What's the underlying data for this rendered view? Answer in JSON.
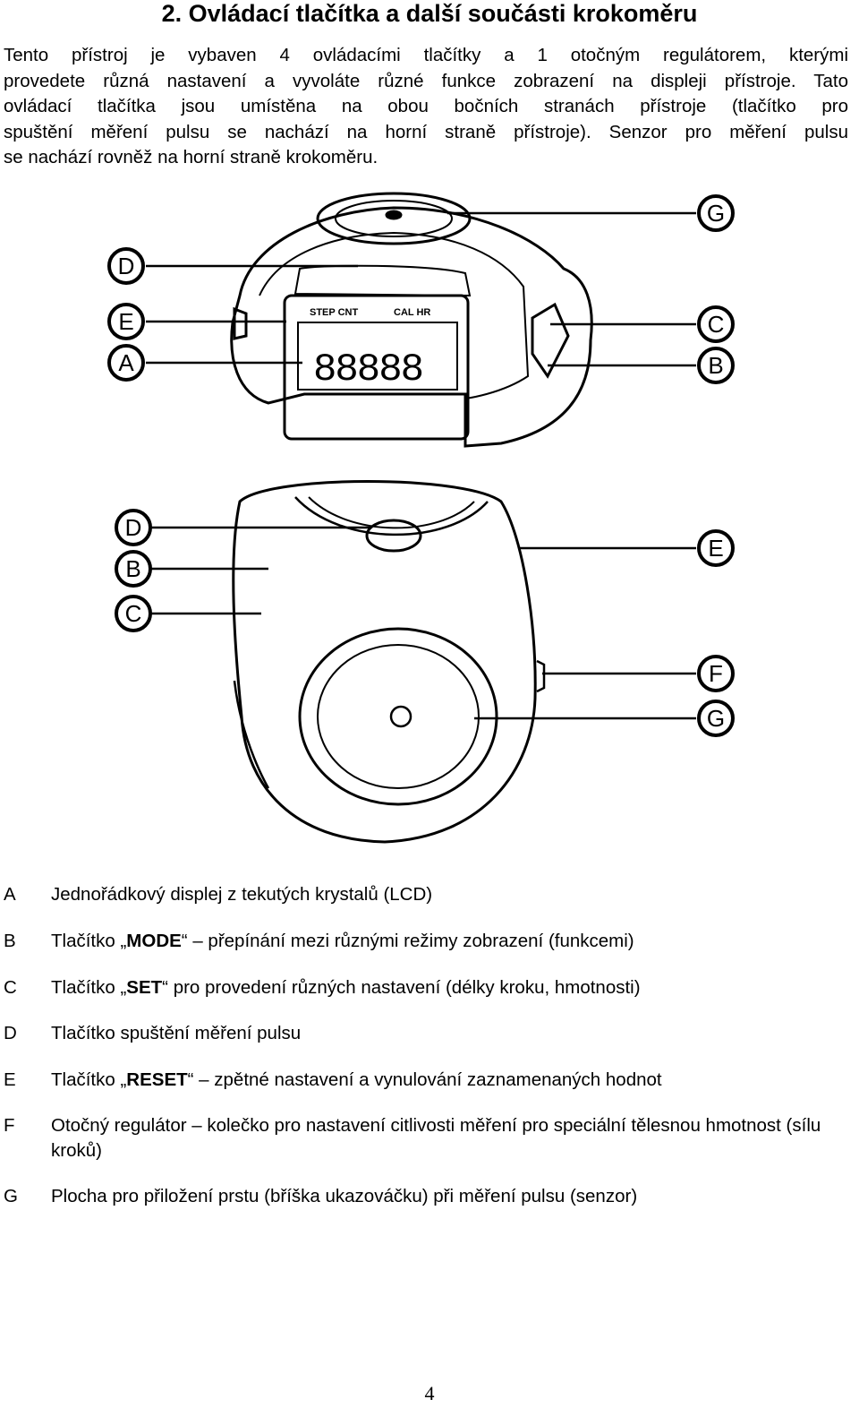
{
  "heading": "2. Ovládací tlačítka a další součásti krokoměru",
  "intro_lines": [
    "Tento přístroj je vybaven 4 ovládacími tlačítky a 1 otočným regulátorem, kterými",
    "provedete různá nastavení a vyvoláte různé funkce zobrazení na displeji přístroje. Tato",
    "ovládací tlačítka jsou umístěna na obou bočních stranách přístroje (tlačítko pro",
    "spuštění měření pulsu se nachází na horní straně přístroje). Senzor pro měření pulsu",
    "se nachází rovněž na horní straně krokoměru."
  ],
  "figure": {
    "top_view_labels": {
      "left": [
        "D",
        "E",
        "A"
      ],
      "right": [
        "G",
        "C",
        "B"
      ]
    },
    "side_view_labels": {
      "left": [
        "D",
        "B",
        "C"
      ],
      "right": [
        "E",
        "F",
        "G"
      ]
    },
    "lcd_text": {
      "left": "STEP CNT",
      "right": "CAL HR",
      "digits": "88888"
    }
  },
  "legend": [
    {
      "key": "A",
      "pre": "Jednořádkový displej z tekutých krystalů (LCD)",
      "bold": "",
      "post": ""
    },
    {
      "key": "B",
      "pre": "Tlačítko „",
      "bold": "MODE",
      "post": "“ – přepínání mezi různými režimy zobrazení (funkcemi)"
    },
    {
      "key": "C",
      "pre": "Tlačítko „",
      "bold": "SET",
      "post": "“ pro provedení různých nastavení (délky kroku, hmotnosti)"
    },
    {
      "key": "D",
      "pre": "Tlačítko spuštění měření pulsu",
      "bold": "",
      "post": ""
    },
    {
      "key": "E",
      "pre": "Tlačítko „",
      "bold": "RESET",
      "post": "“ – zpětné nastavení a vynulování zaznamenaných hodnot"
    },
    {
      "key": "F",
      "pre": "Otočný regulátor – kolečko pro nastavení citlivosti měření pro speciální tělesnou hmotnost (sílu kroků)",
      "bold": "",
      "post": ""
    },
    {
      "key": "G",
      "pre": "Plocha pro přiložení prstu (bříška ukazováčku) při měření pulsu (senzor)",
      "bold": "",
      "post": ""
    }
  ],
  "page_number": "4"
}
